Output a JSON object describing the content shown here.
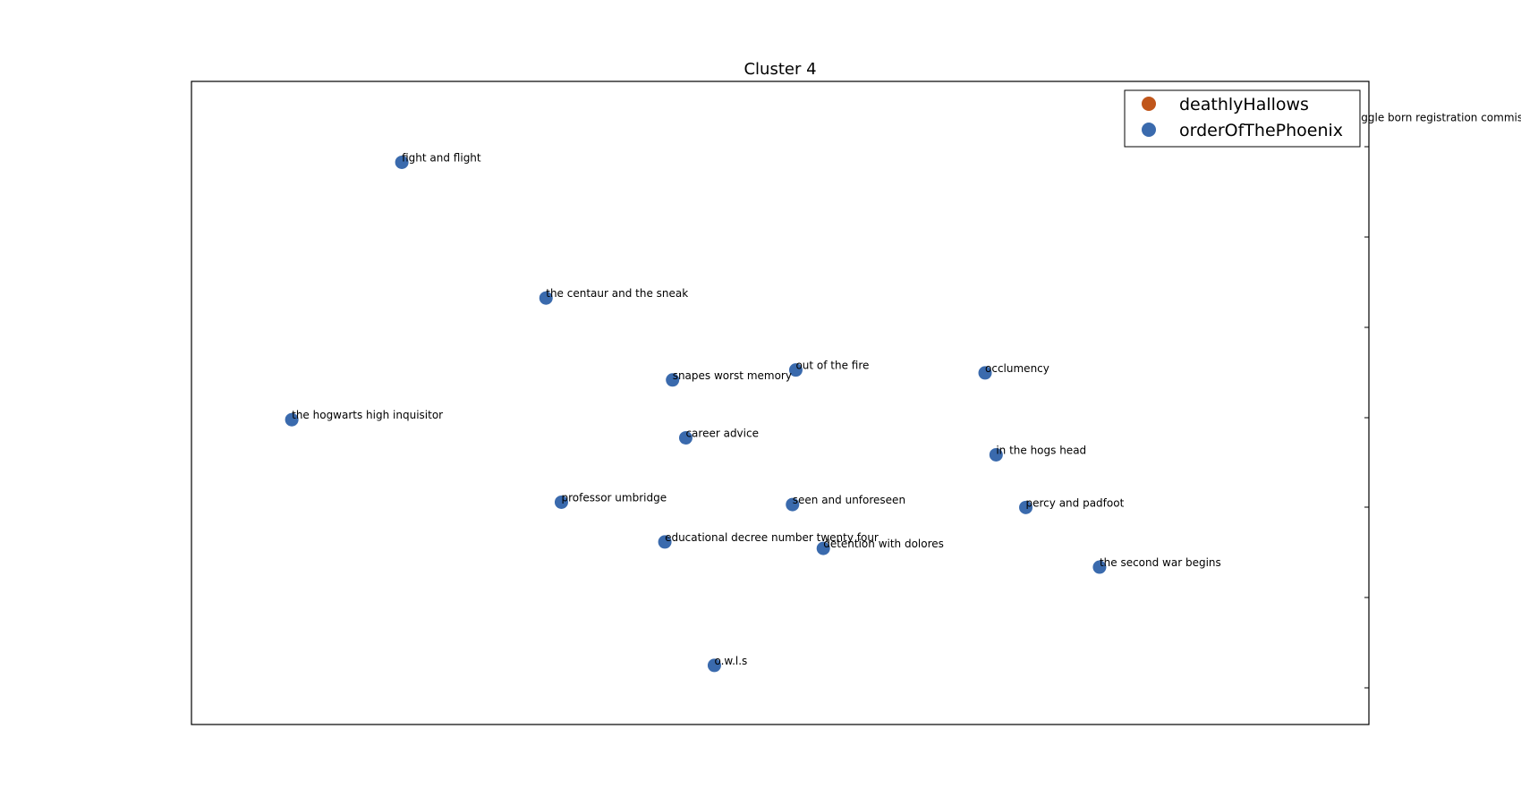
{
  "chart_data": {
    "type": "scatter",
    "title": "Cluster 4",
    "xlabel": "",
    "ylabel": "",
    "xlim": [
      0,
      100
    ],
    "ylim": [
      0,
      100
    ],
    "grid": false,
    "x_ticks_visible": false,
    "y_tick_marks_right": true,
    "legend_position": "top-right",
    "series": [
      {
        "name": "deathlyHallows",
        "color": "#c0561b",
        "points": [
          {
            "x": 100,
            "y": 97.5,
            "label": "muggle born registration commission"
          }
        ]
      },
      {
        "name": "orderOfThePhoenix",
        "color": "#3a6aad",
        "points": [
          {
            "x": 14.4,
            "y": 90.6,
            "label": "fight and flight"
          },
          {
            "x": 27.5,
            "y": 67.4,
            "label": "the centaur and the sneak"
          },
          {
            "x": 39.0,
            "y": 53.4,
            "label": "snapes worst memory"
          },
          {
            "x": 50.2,
            "y": 55.1,
            "label": "out of the fire"
          },
          {
            "x": 67.4,
            "y": 54.6,
            "label": "occlumency"
          },
          {
            "x": 4.4,
            "y": 46.6,
            "label": "the hogwarts high inquisitor"
          },
          {
            "x": 40.2,
            "y": 43.5,
            "label": "career advice"
          },
          {
            "x": 68.4,
            "y": 40.6,
            "label": "in the hogs head"
          },
          {
            "x": 28.9,
            "y": 32.5,
            "label": "professor umbridge"
          },
          {
            "x": 49.9,
            "y": 32.1,
            "label": "seen and unforeseen"
          },
          {
            "x": 71.1,
            "y": 31.6,
            "label": "percy and padfoot"
          },
          {
            "x": 38.3,
            "y": 25.7,
            "label": "educational decree number twenty four"
          },
          {
            "x": 52.7,
            "y": 24.6,
            "label": "detention with dolores"
          },
          {
            "x": 77.8,
            "y": 21.4,
            "label": "the second war begins"
          },
          {
            "x": 42.8,
            "y": 4.6,
            "label": "o.w.l.s"
          }
        ]
      }
    ]
  }
}
